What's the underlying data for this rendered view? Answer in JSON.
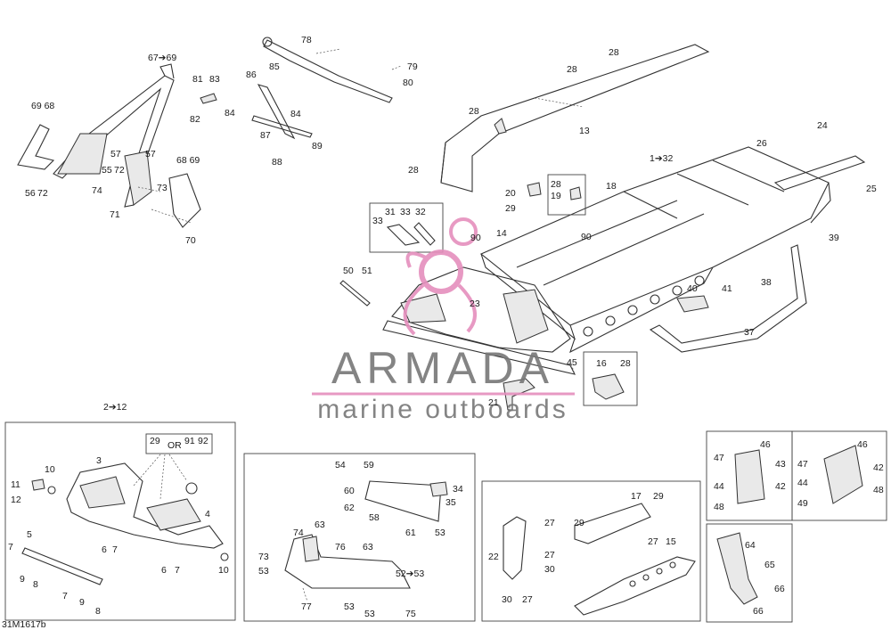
{
  "figure_code": "31M1617b",
  "watermark": {
    "brand": "ARMADA",
    "tagline": "marine outboards",
    "accent": "#d9569a"
  },
  "colors": {
    "line": "#333333",
    "watermark_text": "#777777",
    "watermark_accent": "#e58fbd"
  },
  "labels": {
    "l1": "67➔69",
    "l2": "69 68",
    "l3": "57",
    "l4": "55",
    "l5": "72",
    "l6": "57",
    "l7": "56",
    "l8": "72",
    "l9": "74",
    "l10": "73",
    "l11": "71",
    "l12": "68 69",
    "l13": "70",
    "l14": "81",
    "l15": "83",
    "l16": "82",
    "l17": "86",
    "l18": "85",
    "l19": "84",
    "l20": "84",
    "l21": "87",
    "l22": "88",
    "l23": "89",
    "l24": "78",
    "l25": "79",
    "l26": "80",
    "l27": "28",
    "l28": "28",
    "l29": "28",
    "l30": "13",
    "l31": "28",
    "l32": "24",
    "l33": "26",
    "l34": "25",
    "l35": "1➔32",
    "l36": "18",
    "l37": "28",
    "l38": "19",
    "l39": "20",
    "l40": "29",
    "l41": "31",
    "l42": "33",
    "l43": "33",
    "l44": "32",
    "l45": "90",
    "l46": "14",
    "l47": "90",
    "l48": "39",
    "l49": "38",
    "l50": "37",
    "l51": "40",
    "l52": "41",
    "l53": "50",
    "l54": "51",
    "l55": "23",
    "l56": "45",
    "l57": "16",
    "l58": "28",
    "l59": "21",
    "l60": "2➔12",
    "l61": "29",
    "l62": "OR",
    "l63": "91",
    "l64": "92",
    "l65": "3",
    "l66": "10",
    "l67": "11",
    "l68": "12",
    "l69": "4",
    "l70": "5",
    "l71": "7",
    "l72": "9",
    "l73": "8",
    "l74": "7",
    "l75": "9",
    "l76": "8",
    "l77": "6",
    "l78": "7",
    "l79": "6",
    "l80": "7",
    "l81": "10",
    "l82": "54",
    "l83": "59",
    "l84": "60",
    "l85": "34",
    "l86": "35",
    "l87": "62",
    "l88": "58",
    "l89": "61",
    "l90": "53",
    "l91": "74",
    "l92": "63",
    "l93": "76",
    "l94": "63",
    "l95": "73",
    "l96": "53",
    "l97": "52➔53",
    "l98": "77",
    "l99": "53",
    "l100": "53",
    "l101": "75",
    "l102": "17",
    "l103": "29",
    "l104": "27",
    "l105": "29",
    "l106": "22",
    "l107": "27",
    "l108": "30",
    "l109": "27",
    "l110": "15",
    "l111": "30",
    "l112": "27",
    "l113": "46",
    "l114": "47",
    "l115": "43",
    "l116": "44",
    "l117": "42",
    "l118": "48",
    "l119": "46",
    "l120": "47",
    "l121": "42",
    "l122": "44",
    "l123": "48",
    "l124": "49",
    "l125": "64",
    "l126": "65",
    "l127": "66",
    "l128": "66"
  }
}
